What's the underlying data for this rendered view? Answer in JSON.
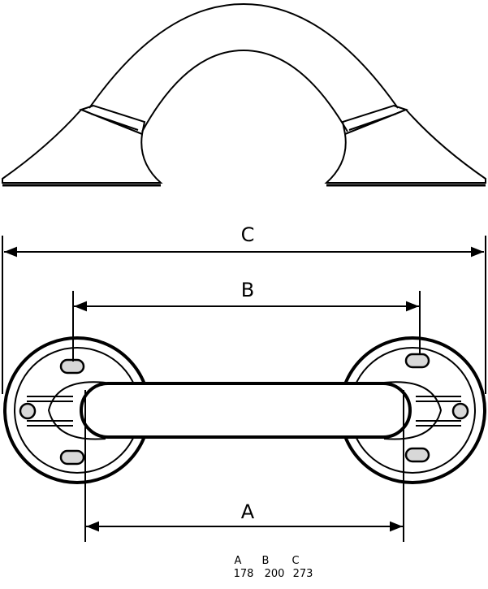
{
  "dimensions": {
    "A_label": "A",
    "B_label": "B",
    "C_label": "C"
  },
  "table": {
    "headers": [
      "A",
      "B",
      "C"
    ],
    "values": [
      "178",
      "200",
      "273"
    ]
  },
  "colors": {
    "line": "#000000",
    "background": "#ffffff",
    "hole_fill": "#d8d8d8"
  }
}
